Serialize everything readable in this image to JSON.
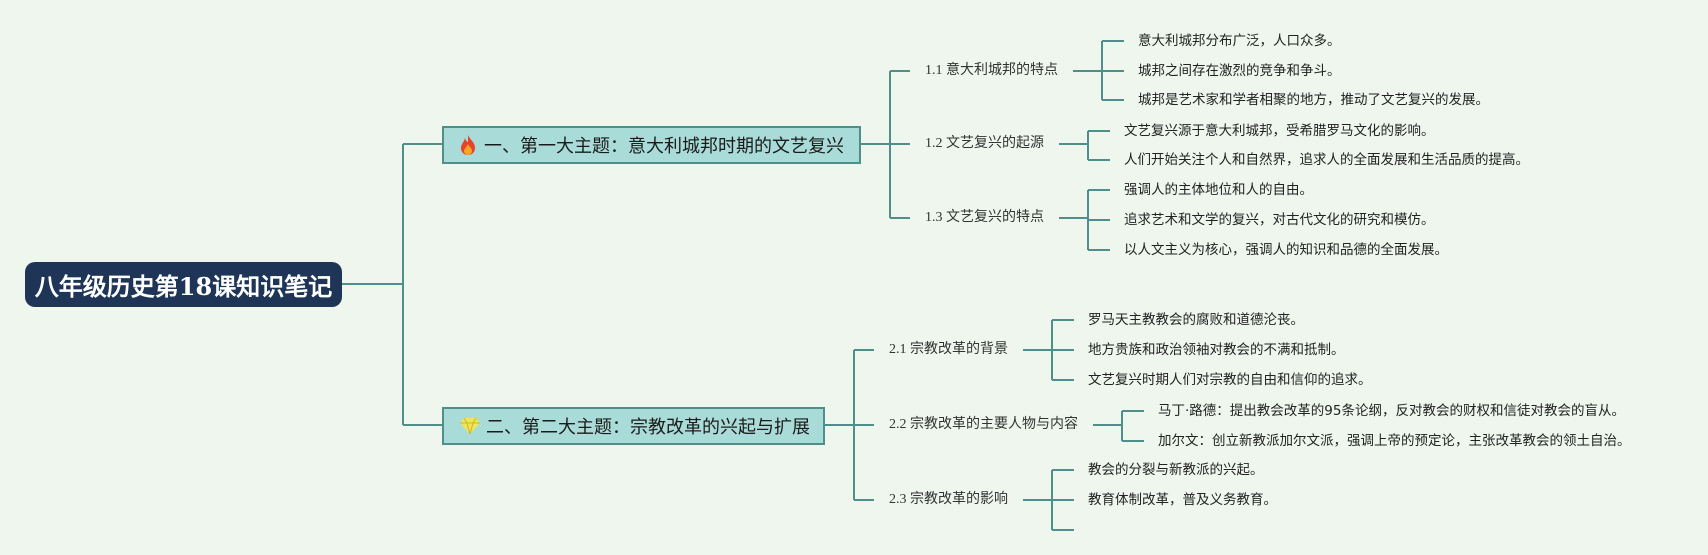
{
  "root": {
    "title": "八年级历史第18课知识笔记"
  },
  "topics": [
    {
      "label": "一、第一大主题：意大利城邦时期的文艺复兴",
      "icon": "fire-icon",
      "subtopics": [
        {
          "label": "1.1 意大利城邦的特点",
          "leaves": [
            "意大利城邦分布广泛，人口众多。",
            "城邦之间存在激烈的竞争和争斗。",
            "城邦是艺术家和学者相聚的地方，推动了文艺复兴的发展。"
          ]
        },
        {
          "label": "1.2 文艺复兴的起源",
          "leaves": [
            "文艺复兴源于意大利城邦，受希腊罗马文化的影响。",
            "人们开始关注个人和自然界，追求人的全面发展和生活品质的提高。"
          ]
        },
        {
          "label": "1.3 文艺复兴的特点",
          "leaves": [
            "强调人的主体地位和人的自由。",
            "追求艺术和文学的复兴，对古代文化的研究和模仿。",
            "以人文主义为核心，强调人的知识和品德的全面发展。"
          ]
        }
      ]
    },
    {
      "label": "二、第二大主题：宗教改革的兴起与扩展",
      "icon": "gem-icon",
      "subtopics": [
        {
          "label": "2.1 宗教改革的背景",
          "leaves": [
            "罗马天主教教会的腐败和道德沦丧。",
            "地方贵族和政治领袖对教会的不满和抵制。",
            "文艺复兴时期人们对宗教的自由和信仰的追求。"
          ]
        },
        {
          "label": "2.2 宗教改革的主要人物与内容",
          "leaves": [
            "马丁·路德：提出教会改革的95条论纲，反对教会的财权和信徒对教会的盲从。",
            "加尔文：创立新教派加尔文派，强调上帝的预定论，主张改革教会的领土自治。"
          ]
        },
        {
          "label": "2.3 宗教改革的影响",
          "leaves": [
            "教会的分裂与新教派的兴起。",
            "教育体制改革，普及义务教育。",
            ""
          ]
        }
      ]
    }
  ],
  "colors": {
    "line": "#4e8f8b",
    "root_bg": "#1f3557",
    "topic_bg": "#a9dcd8",
    "background": "#eef6ee"
  }
}
